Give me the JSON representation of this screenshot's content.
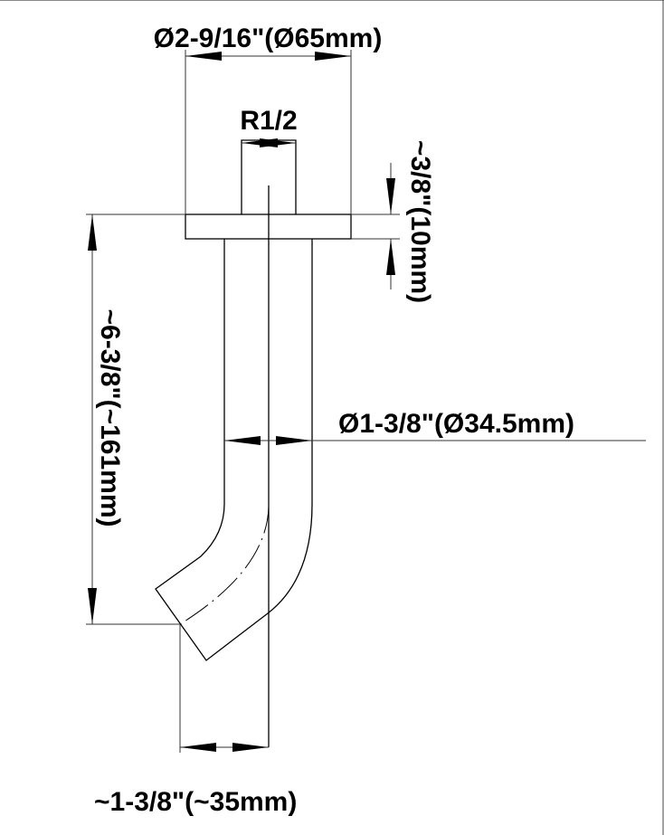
{
  "dimensions": {
    "flange_diameter": "Ø2-9/16\"(Ø65mm)",
    "thread": "R1/2",
    "flange_thickness": "~3/8\"(10mm)",
    "overall_height": "~6-3/8\"(~161mm)",
    "pipe_diameter": "Ø1-3/8\"(Ø34.5mm)",
    "outlet_offset": "~1-3/8\"(~35mm)"
  }
}
